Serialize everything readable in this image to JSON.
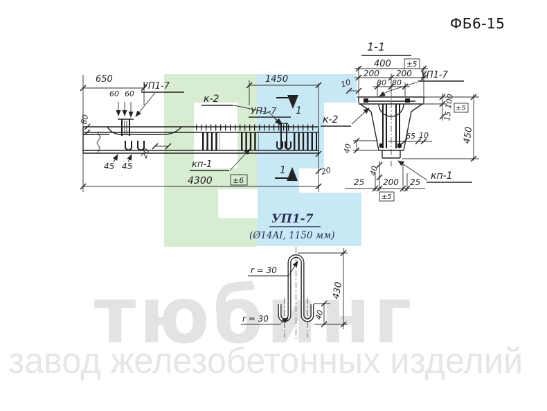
{
  "doc": {
    "code": "ФБ6-15"
  },
  "watermark": {
    "big": "тюбинг",
    "line2": "завод железобетонных изделий",
    "colors": {
      "green": "#d8ecd2",
      "cyan": "#c9e8f6",
      "gray_text": "#e3e3e3"
    }
  },
  "main_view": {
    "dim_650": "650",
    "dim_60_1": "60",
    "dim_60_2": "60",
    "label_up17": "УП1-7",
    "dim_80": "80",
    "label_k2": "к-2",
    "dim_1450": "1450",
    "label_up17_mid": "УП1-7",
    "cut_mark_top": "1",
    "cut_mark_bottom": "1",
    "label_kp1": "кп-1",
    "dim_45_1": "45",
    "dim_45_2": "45",
    "dim_20_hooks": "20",
    "dim_4300": "4300",
    "tol_4300": "±6",
    "dim_20_end": "20"
  },
  "section_view": {
    "title": "1-1",
    "dim_400": "400",
    "tol_400": "±5",
    "dim_200_1": "200",
    "dim_200_2": "200",
    "dim_80_1": "80",
    "dim_80_2": "80",
    "dim_10_left": "10",
    "label_up17": "УП1-7",
    "label_k2": "к-2",
    "label_kp1": "кп-1",
    "dim_100": "100",
    "dim_15": "15",
    "tol_15": "±5",
    "dim_450": "450",
    "dim_65": "65",
    "dim_10_right": "10",
    "dim_40_left": "40",
    "dim_40_bottom": "40",
    "dim_25_1": "25",
    "dim_200_3": "200",
    "dim_25_2": "25",
    "tol_200": "±5"
  },
  "detail_view": {
    "title": "УП1-7",
    "subtitle": "(Ø14AI, 1150 мм)",
    "radius_top": "r = 30",
    "radius_bottom": "r = 30",
    "dim_430": "430",
    "dim_40": "40"
  }
}
